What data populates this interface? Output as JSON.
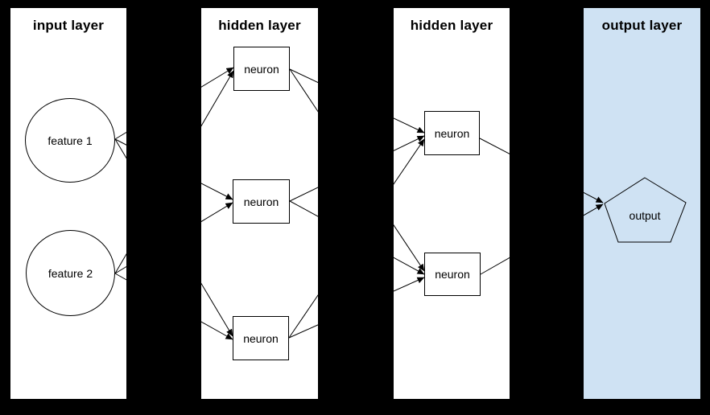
{
  "diagram": {
    "background_color": "#000000",
    "line_color": "#000000",
    "layers": [
      {
        "title": "input layer",
        "bg": "#ffffff"
      },
      {
        "title": "hidden layer",
        "bg": "#ffffff"
      },
      {
        "title": "hidden layer",
        "bg": "#ffffff"
      },
      {
        "title": "output layer",
        "bg": "#cfe2f3"
      }
    ],
    "nodes": {
      "feature1": {
        "label": "feature 1",
        "shape": "circle",
        "layer": 0
      },
      "feature2": {
        "label": "feature 2",
        "shape": "circle",
        "layer": 0
      },
      "h1n1": {
        "label": "neuron",
        "shape": "rect",
        "layer": 1
      },
      "h1n2": {
        "label": "neuron",
        "shape": "rect",
        "layer": 1
      },
      "h1n3": {
        "label": "neuron",
        "shape": "rect",
        "layer": 1
      },
      "h2n1": {
        "label": "neuron",
        "shape": "rect",
        "layer": 2
      },
      "h2n2": {
        "label": "neuron",
        "shape": "rect",
        "layer": 2
      },
      "output": {
        "label": "output",
        "shape": "pentagon",
        "layer": 3
      }
    },
    "edges": [
      {
        "from": "feature1",
        "to": "h1n1"
      },
      {
        "from": "feature1",
        "to": "h1n2"
      },
      {
        "from": "feature1",
        "to": "h1n3"
      },
      {
        "from": "feature2",
        "to": "h1n1"
      },
      {
        "from": "feature2",
        "to": "h1n2"
      },
      {
        "from": "feature2",
        "to": "h1n3"
      },
      {
        "from": "h1n1",
        "to": "h2n1"
      },
      {
        "from": "h1n1",
        "to": "h2n2"
      },
      {
        "from": "h1n2",
        "to": "h2n1"
      },
      {
        "from": "h1n2",
        "to": "h2n2"
      },
      {
        "from": "h1n3",
        "to": "h2n1"
      },
      {
        "from": "h1n3",
        "to": "h2n2"
      },
      {
        "from": "h2n1",
        "to": "output"
      },
      {
        "from": "h2n2",
        "to": "output"
      }
    ]
  }
}
